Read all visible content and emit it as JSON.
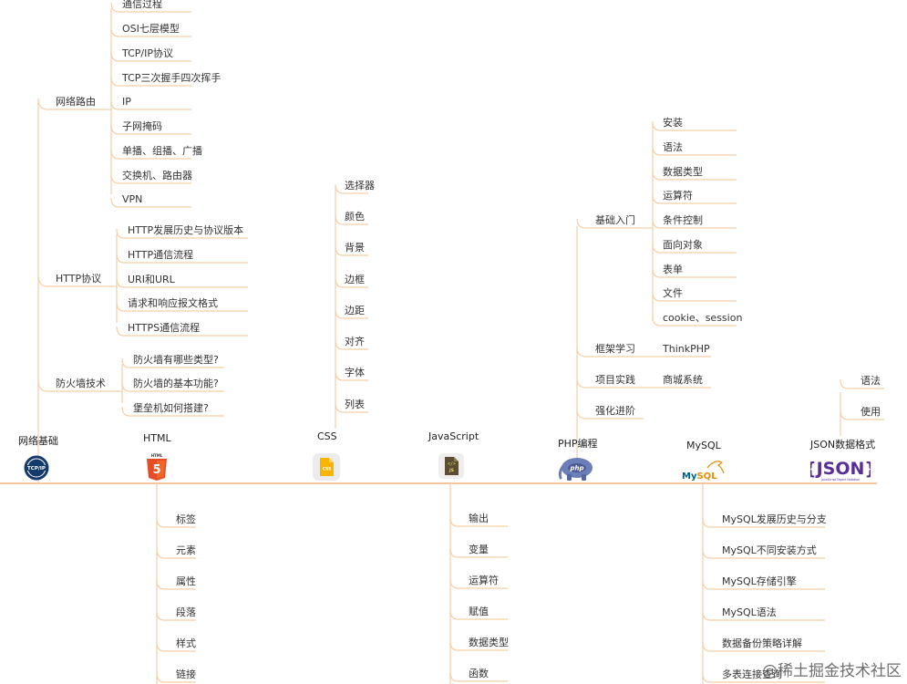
{
  "watermark": "@稀土掘金技术社区",
  "colors": {
    "branch": "#f5cfa8",
    "axis": "#f2c79e",
    "text": "#333333"
  },
  "categories": [
    {
      "name": "网络基础",
      "icon": "tcpip-logo-icon"
    },
    {
      "name": "HTML",
      "icon": "html5-logo-icon"
    },
    {
      "name": "CSS",
      "icon": "css-file-icon"
    },
    {
      "name": "JavaScript",
      "icon": "js-file-icon"
    },
    {
      "name": "PHP编程",
      "icon": "php-elephant-icon"
    },
    {
      "name": "MySQL",
      "icon": "mysql-logo-icon",
      "icon_text": "MySQL"
    },
    {
      "name": "JSON数据格式",
      "icon": "json-logo-icon",
      "icon_text": "{JSON}"
    }
  ],
  "network": {
    "groups": [
      {
        "name": "网络路由",
        "items": [
          "通信过程",
          "OSI七层模型",
          "TCP/IP协议",
          "TCP三次握手四次挥手",
          "IP",
          "子网掩码",
          "单播、组播、广播",
          "交换机、路由器",
          "VPN"
        ]
      },
      {
        "name": "HTTP协议",
        "items": [
          "HTTP发展历史与协议版本",
          "HTTP通信流程",
          "URI和URL",
          "请求和响应报文格式",
          "HTTPS通信流程"
        ]
      },
      {
        "name": "防火墙技术",
        "items": [
          "防火墙有哪些类型?",
          "防火墙的基本功能?",
          "堡垒机如何搭建?"
        ]
      }
    ]
  },
  "html_items": [
    "标签",
    "元素",
    "属性",
    "段落",
    "样式",
    "链接"
  ],
  "css_items": [
    "选择器",
    "颜色",
    "背景",
    "边框",
    "边距",
    "对齐",
    "字体",
    "列表"
  ],
  "js_items": [
    "输出",
    "变量",
    "运算符",
    "赋值",
    "数据类型",
    "函数"
  ],
  "php": {
    "groups": [
      {
        "name": "基础入门",
        "items": [
          "安装",
          "语法",
          "数据类型",
          "运算符",
          "条件控制",
          "面向对象",
          "表单",
          "文件",
          "cookie、session"
        ]
      },
      {
        "name": "框架学习",
        "items": [
          "ThinkPHP"
        ]
      },
      {
        "name": "项目实践",
        "items": [
          "商城系统"
        ]
      },
      {
        "name": "强化进阶",
        "items": []
      }
    ]
  },
  "mysql_items": [
    "MySQL发展历史与分支",
    "MySQL不同安装方式",
    "MySQL存储引擎",
    "MySQL语法",
    "数据备份策略详解",
    "多表连接查询"
  ],
  "json_items": [
    "语法",
    "使用"
  ]
}
